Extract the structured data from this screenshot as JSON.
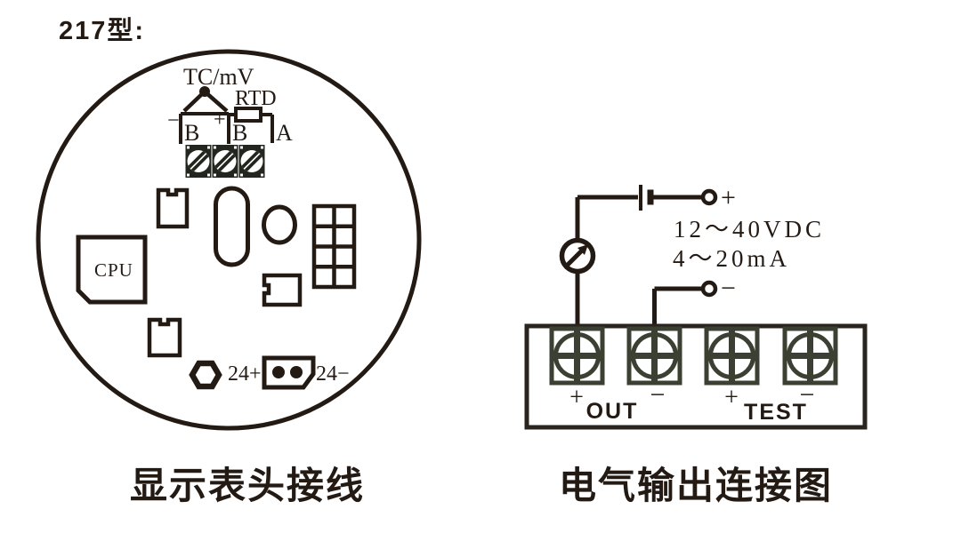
{
  "title": "217型:",
  "left": {
    "caption": "显示表头接线",
    "tc_label": "TC/mV",
    "rtd_label": "RTD",
    "minus": "−",
    "plus": "+",
    "b1": "B",
    "b2": "B",
    "a": "A",
    "cpu": "CPU",
    "j24_plus": "24+",
    "j24_minus": "24−"
  },
  "right": {
    "caption": "电气输出连接图",
    "supply_plus": "+",
    "supply_minus": "−",
    "voltage_range": "12～40VDC",
    "current_range": "4～20mA",
    "out_plus": "+",
    "out_label": "OUT",
    "out_minus": "−",
    "test_plus": "+",
    "test_label": "TEST",
    "test_minus": "−"
  },
  "colors": {
    "ink": "#241a14",
    "screw_dark": "#23261e",
    "screw_olive": "#3b4033",
    "background": "#ffffff"
  }
}
